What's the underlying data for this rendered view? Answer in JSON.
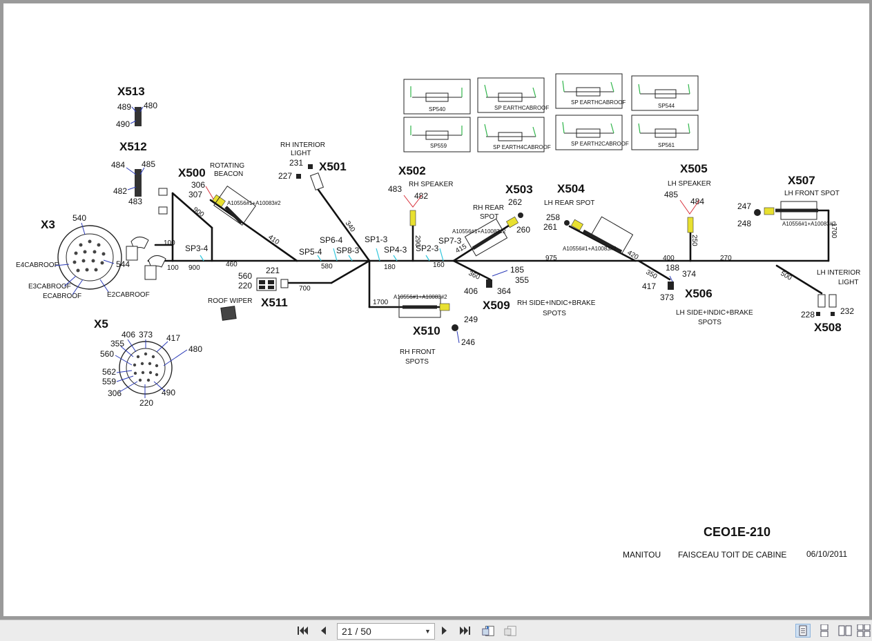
{
  "document": {
    "drawing_number": "CEO1E-210",
    "manufacturer": "MANITOU",
    "harness_title": "FAISCEAU  TOIT DE CABINE",
    "date": "06/10/2011"
  },
  "connectors": {
    "x513": {
      "id": "X513",
      "pins": [
        "489",
        "480",
        "490"
      ]
    },
    "x512": {
      "id": "X512",
      "pins": [
        "484",
        "485",
        "482",
        "483"
      ]
    },
    "x500": {
      "id": "X500",
      "desc1": "ROTATING",
      "desc2": "BEACON",
      "pins": [
        "306",
        "307"
      ]
    },
    "x501": {
      "id": "X501",
      "desc1": "RH    INTERIOR",
      "desc2": "LIGHT",
      "pins": [
        "231",
        "227"
      ]
    },
    "x502": {
      "id": "X502",
      "desc": "RH  SPEAKER",
      "pins": [
        "483",
        "482"
      ]
    },
    "x503": {
      "id": "X503",
      "desc1": "RH   REAR",
      "desc2": "SPOT",
      "pins": [
        "262",
        "260"
      ]
    },
    "x504": {
      "id": "X504",
      "desc": "LH REAR  SPOT",
      "pins": [
        "258",
        "261"
      ]
    },
    "x505": {
      "id": "X505",
      "desc": "LH  SPEAKER",
      "pins": [
        "485",
        "484"
      ]
    },
    "x507": {
      "id": "X507",
      "desc": "LH  FRONT SPOT",
      "pins": [
        "247",
        "248"
      ]
    },
    "x506": {
      "id": "X506",
      "desc1": "LH  SIDE+INDIC+BRAKE",
      "desc2": "SPOTS",
      "pins": [
        "188",
        "374",
        "417",
        "373"
      ]
    },
    "x508": {
      "id": "X508",
      "desc1": "LH  INTERIOR",
      "desc2": "LIGHT",
      "pins": [
        "228",
        "232"
      ]
    },
    "x509": {
      "id": "X509",
      "desc1": "RH     SIDE+INDIC+BRAKE",
      "desc2": "SPOTS",
      "pins": [
        "185",
        "355",
        "406",
        "364"
      ]
    },
    "x510": {
      "id": "X510",
      "desc1": "RH FRONT",
      "desc2": "SPOTS",
      "pins": [
        "249",
        "246"
      ]
    },
    "x511": {
      "id": "X511",
      "desc": "ROOF     WIPER",
      "pins": [
        "560",
        "221",
        "220"
      ]
    },
    "x3": {
      "id": "X3",
      "pins": [
        "540",
        "544"
      ],
      "earths": [
        "E4CABROOF",
        "E3CABROOF",
        "ECABROOF",
        "E2CABROOF"
      ]
    },
    "x5": {
      "id": "X5",
      "pins": [
        "406",
        "373",
        "417",
        "355",
        "480",
        "560",
        "562",
        "559",
        "306",
        "220",
        "490"
      ]
    }
  },
  "splices": [
    "SP3-4",
    "SP5-4",
    "SP6-4",
    "SP8-3",
    "SP1-3",
    "SP4-3",
    "SP2-3",
    "SP7-3"
  ],
  "lengths": {
    "a": "100",
    "b": "100",
    "c": "900",
    "d": "900",
    "e": "460",
    "f": "410",
    "g": "580",
    "h": "340",
    "i": "180",
    "j": "290",
    "k": "160",
    "l": "415",
    "m": "360",
    "n": "975",
    "o": "420",
    "p": "400",
    "q": "270",
    "r": "1700",
    "s": "350",
    "t": "250",
    "u": "500",
    "v": "700",
    "w": "1700"
  },
  "part_codes": {
    "code1": "A10556#1+A10083#2"
  },
  "splice_boxes": [
    "SP540",
    "SP EARTHCABROOF",
    "SP EARTHCABROOF",
    "SP544",
    "SP559",
    "SP EARTH4CABROOF",
    "SP EARTH2CABROOF",
    "SP561"
  ],
  "viewer": {
    "page_indicator": "21 / 50",
    "icons": [
      "first-page-icon",
      "prev-page-icon",
      "next-page-icon",
      "last-page-icon",
      "extract-page-icon",
      "insert-page-icon",
      "single-page-view-icon",
      "continuous-view-icon",
      "facing-view-icon",
      "thumbnail-view-icon"
    ]
  }
}
